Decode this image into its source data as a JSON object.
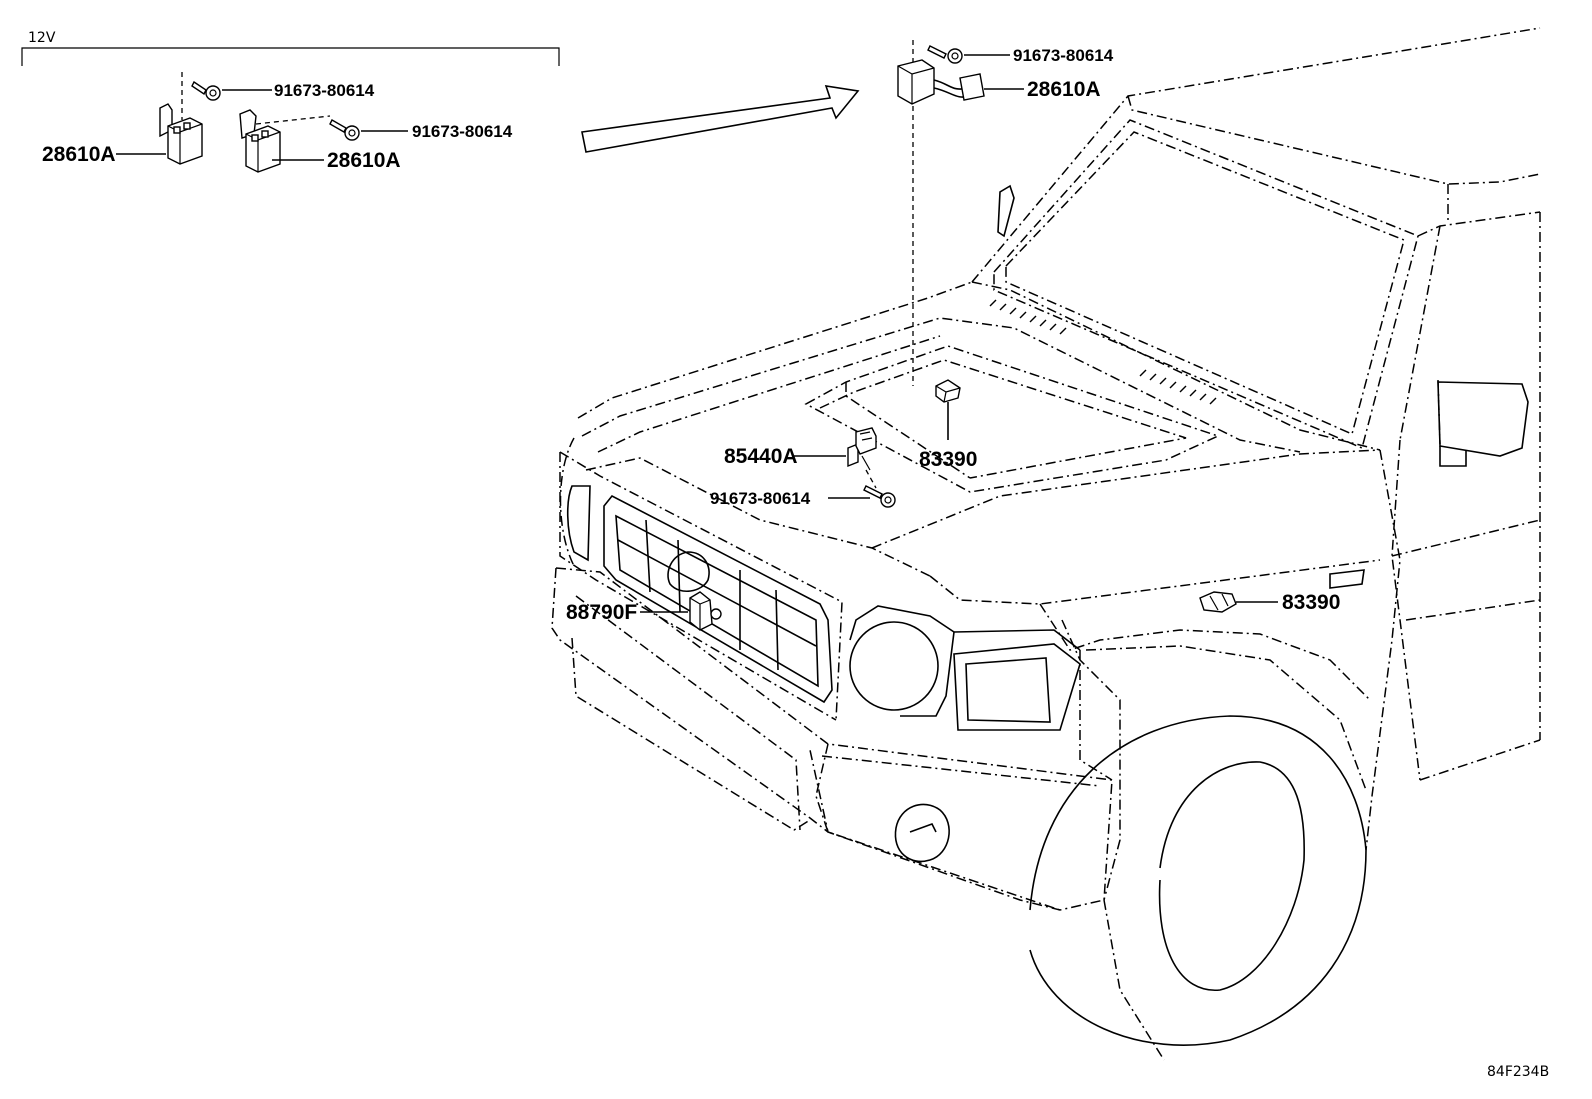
{
  "voltage_note": "12V",
  "diagram_code": "84F234B",
  "callouts": {
    "top_left_bolt_upper": "91673-80614",
    "top_left_bolt_lower": "91673-80614",
    "top_left_relay_left": "28610A",
    "top_left_relay_right": "28610A",
    "top_center_bolt": "91673-80614",
    "top_center_relay": "28610A",
    "hood_sensor": "85440A",
    "hood_bolt": "91673-80614",
    "hood_switch": "83390",
    "fender_switch": "83390",
    "grille_part": "88790F"
  }
}
